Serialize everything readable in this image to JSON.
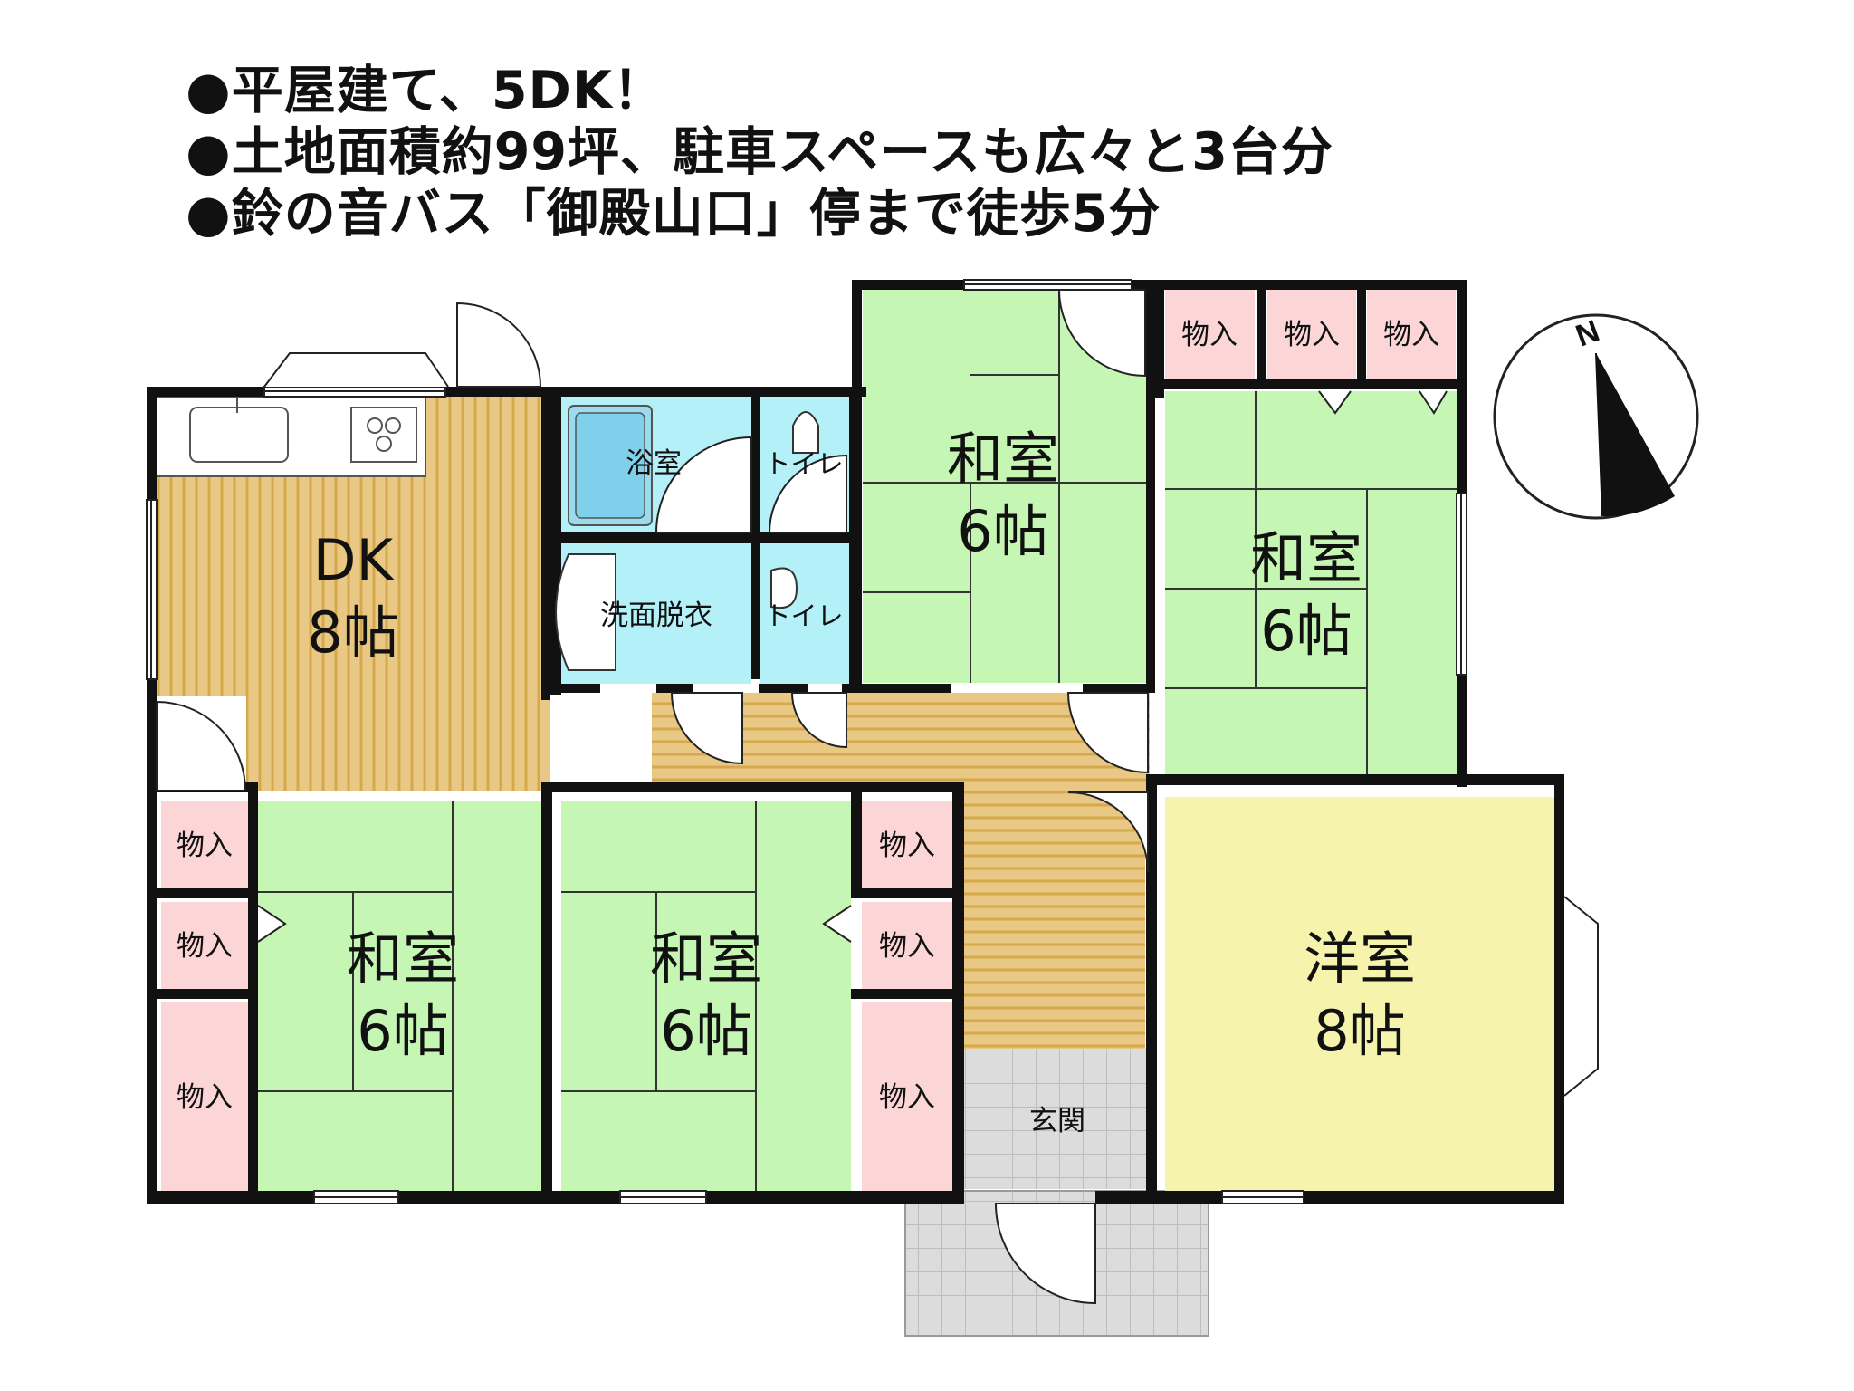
{
  "headline": [
    "●平屋建て、5DK！",
    "●土地面積約99坪、駐車スペースも広々と3台分",
    "●鈴の音バス「御殿山口」停まで徒歩5分"
  ],
  "compass": {
    "label": "N"
  },
  "rooms": {
    "dk": {
      "name": "DK",
      "size": "8帖"
    },
    "bath": {
      "name": "浴室"
    },
    "toilet1": {
      "name": "トイレ"
    },
    "toilet2": {
      "name": "トイレ"
    },
    "washroom": {
      "name": "洗面脱衣"
    },
    "washitsu_top": {
      "name": "和室",
      "size": "6帖"
    },
    "washitsu_right": {
      "name": "和室",
      "size": "6帖"
    },
    "washitsu_left": {
      "name": "和室",
      "size": "6帖"
    },
    "washitsu_mid": {
      "name": "和室",
      "size": "6帖"
    },
    "youshitsu": {
      "name": "洋室",
      "size": "8帖"
    },
    "genkan": {
      "name": "玄関"
    }
  },
  "storage_label": "物入",
  "colors": {
    "tatami": "#c6f6b4",
    "wood": "#e8c884",
    "wet": "#b4f0f8",
    "storage": "#fcd6d6",
    "western": "#f6f4ac",
    "genkan": "#d8d8d8",
    "wall": "#111111"
  }
}
